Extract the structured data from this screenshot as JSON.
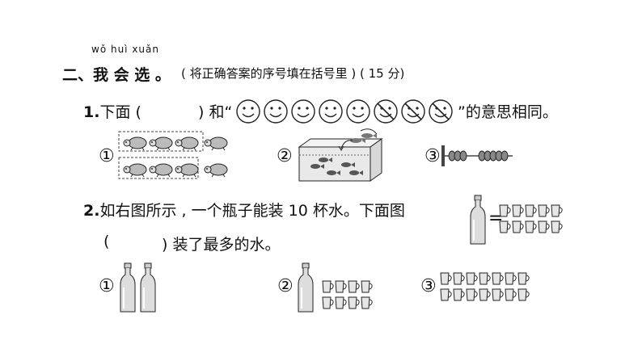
{
  "section": {
    "pinyin": "wǒ huì xuǎn",
    "heading": "二、我 会 选 。",
    "instruction": "( 将正确答案的序号填在括号里 ) ( 15 分)"
  },
  "q1": {
    "number": "1.",
    "text_before": "下面 (",
    "text_mid": ") 和“",
    "text_after": "”的意思相同。",
    "faces": {
      "smiling": 5,
      "crossed_out": 3
    },
    "options": [
      {
        "label": "①",
        "picture": "turtle-group-icon"
      },
      {
        "label": "②",
        "picture": "fish-tank-icon"
      },
      {
        "label": "③",
        "picture": "abacus-beads-icon"
      }
    ]
  },
  "q2": {
    "number": "2.",
    "line1": "如右图所示 , 一个瓶子能装 10 杯水。下面图",
    "line2_before": "(",
    "line2_after": ") 装了最多的水。",
    "reference": {
      "bottles": 1,
      "equals": "=",
      "cups": 10
    },
    "options": [
      {
        "label": "①",
        "bottles": 2,
        "cups": 0
      },
      {
        "label": "②",
        "bottles": 1,
        "cups": 8
      },
      {
        "label": "③",
        "bottles": 0,
        "cups": 14
      }
    ]
  }
}
